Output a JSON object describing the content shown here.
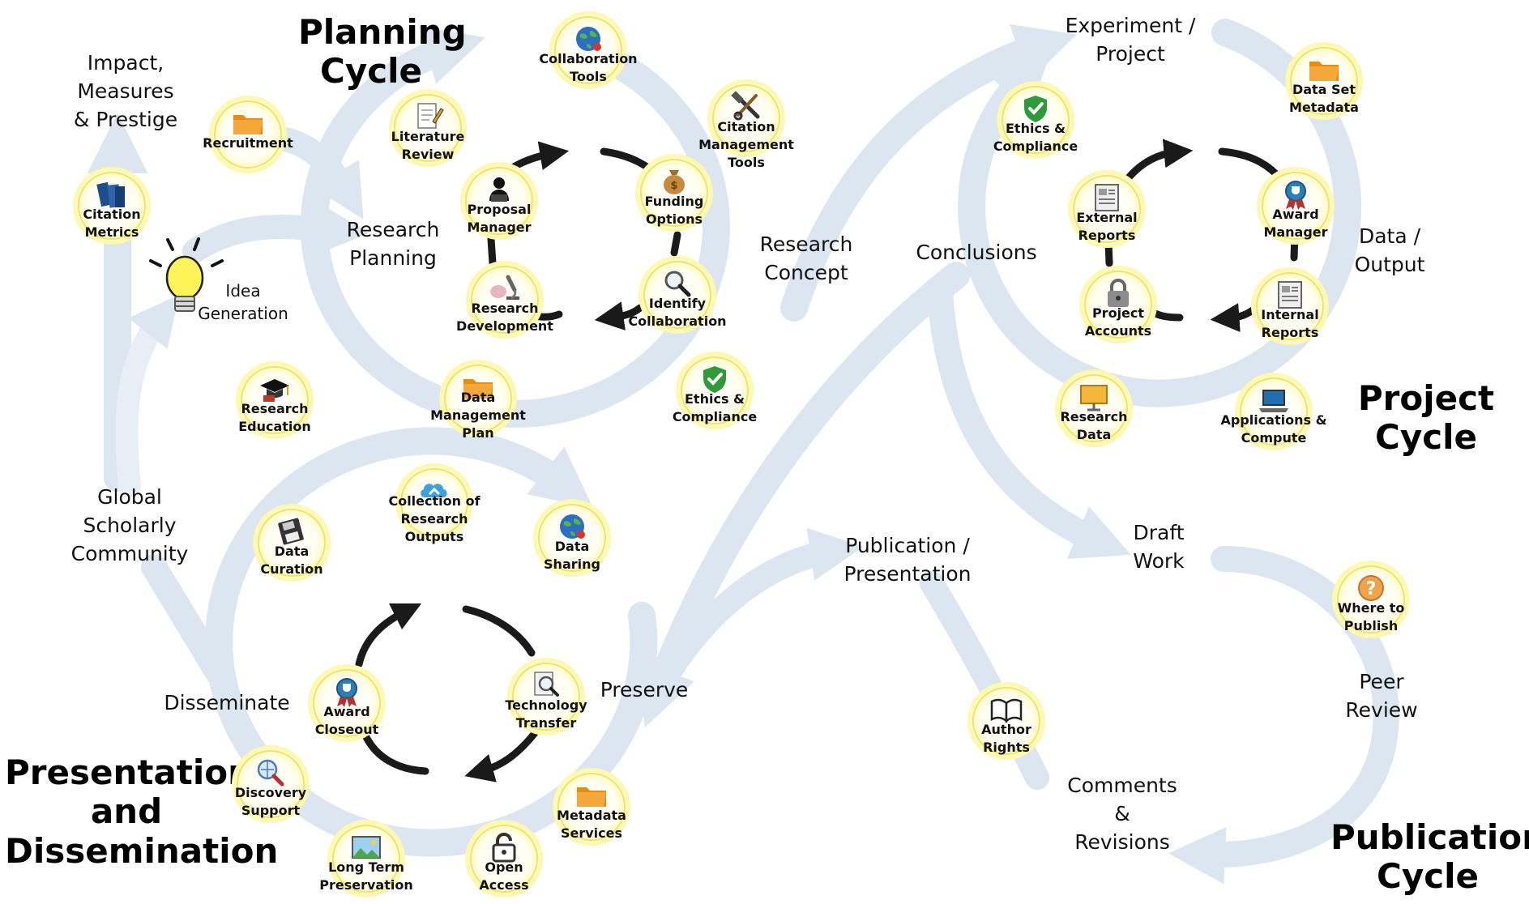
{
  "titles": {
    "planning": "Planning\nCycle",
    "project": "Project\nCycle",
    "presentation": "Presentation\nand\nDissemination",
    "publication": "Publication\nCycle"
  },
  "stages": {
    "impact": "Impact,\nMeasures\n& Prestige",
    "idea_generation": "Idea\nGeneration",
    "research_planning": "Research\nPlanning",
    "research_concept": "Research\nConcept",
    "experiment_project": "Experiment /\nProject",
    "conclusions": "Conclusions",
    "data_output": "Data /\nOutput",
    "global_scholarly": "Global\nScholarly\nCommunity",
    "disseminate": "Disseminate",
    "preserve": "Preserve",
    "publication_presentation": "Publication /\nPresentation",
    "draft_work": "Draft\nWork",
    "peer_review": "Peer\nReview",
    "comments_revisions": "Comments\n&\nRevisions"
  },
  "nodes": {
    "citation_metrics": {
      "label": "Citation\nMetrics",
      "icon": "books-icon"
    },
    "recruitment": {
      "label": "Recruitment",
      "icon": "folder-icon"
    },
    "research_education": {
      "label": "Research\nEducation",
      "icon": "graduation-cap-icon"
    },
    "literature_review": {
      "label": "Literature\nReview",
      "icon": "document-pencil-icon"
    },
    "collaboration_tools": {
      "label": "Collaboration\nTools",
      "icon": "globe-icon"
    },
    "citation_management_tools": {
      "label": "Citation\nManagement\nTools",
      "icon": "hammer-wrench-icon"
    },
    "proposal_manager": {
      "label": "Proposal\nManager",
      "icon": "person-icon"
    },
    "funding_options": {
      "label": "Funding\nOptions",
      "icon": "money-bag-icon"
    },
    "research_development": {
      "label": "Research\nDevelopment",
      "icon": "microscope-icon"
    },
    "identify_collaboration": {
      "label": "Identify\nCollaboration",
      "icon": "magnifier-icon"
    },
    "data_management_plan": {
      "label": "Data\nManagement\nPlan",
      "icon": "folder-icon"
    },
    "ethics_compliance_planning": {
      "label": "Ethics &\nCompliance",
      "icon": "shield-check-icon"
    },
    "ethics_compliance_project": {
      "label": "Ethics &\nCompliance",
      "icon": "shield-check-icon"
    },
    "data_set_metadata": {
      "label": "Data Set\nMetadata",
      "icon": "folder-icon"
    },
    "external_reports": {
      "label": "External\nReports",
      "icon": "report-icon"
    },
    "award_manager": {
      "label": "Award\nManager",
      "icon": "award-trophy-icon"
    },
    "project_accounts": {
      "label": "Project\nAccounts",
      "icon": "padlock-icon"
    },
    "internal_reports": {
      "label": "Internal\nReports",
      "icon": "report-icon"
    },
    "research_data": {
      "label": "Research\nData",
      "icon": "presentation-board-icon"
    },
    "applications_compute": {
      "label": "Applications &\nCompute",
      "icon": "laptop-icon"
    },
    "collection_research_outputs": {
      "label": "Collection of\nResearch\nOutputs",
      "icon": "cloud-icon"
    },
    "data_curation": {
      "label": "Data\nCuration",
      "icon": "floppy-disk-icon"
    },
    "data_sharing": {
      "label": "Data\nSharing",
      "icon": "globe-icon"
    },
    "award_closeout": {
      "label": "Award\nCloseout",
      "icon": "award-trophy-icon"
    },
    "technology_transfer": {
      "label": "Technology\nTransfer",
      "icon": "magnifier-icon"
    },
    "discovery_support": {
      "label": "Discovery\nSupport",
      "icon": "magnifier-globe-icon"
    },
    "metadata_services": {
      "label": "Metadata\nServices",
      "icon": "folder-icon"
    },
    "long_term_preservation": {
      "label": "Long Term\nPreservation",
      "icon": "landscape-picture-icon"
    },
    "open_access": {
      "label": "Open\nAccess",
      "icon": "open-padlock-icon"
    },
    "author_rights": {
      "label": "Author\nRights",
      "icon": "open-book-icon"
    },
    "where_to_publish": {
      "label": "Where to\nPublish",
      "icon": "question-mark-icon"
    }
  },
  "colors": {
    "flow_arrow": "#dbe6f1",
    "node_halo": "#f6ec6c",
    "cycle_arrow": "#1a1a1a"
  }
}
